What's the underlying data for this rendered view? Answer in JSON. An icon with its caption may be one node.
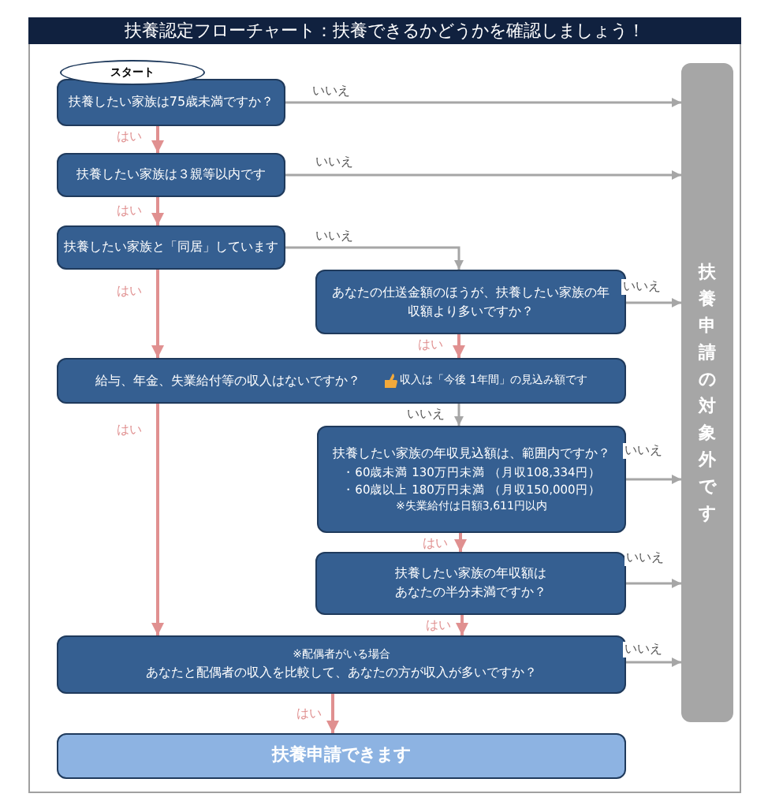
{
  "diagram": {
    "title": "扶養認定フローチャート：扶養できるかどうかを確認しましょう！",
    "nodes": [
      {
        "text": [
          "スタート"
        ]
      },
      {
        "text": [
          "扶養したい家族は75歳未満ですか？"
        ]
      },
      {
        "text": [
          "扶養したい家族は３親等以内です"
        ]
      },
      {
        "text": [
          "扶養したい家族と「同居」しています"
        ]
      },
      {
        "text": [
          "あなたの仕送金額のほうが、扶養したい家族の年収額より多いですか？"
        ]
      },
      {
        "text": [
          "給与、年金、失業給付等の収入はないですか？",
          "収入は「今後 1年間」の見込み額です"
        ]
      },
      {
        "text": [
          "扶養したい家族の年収見込額は、範囲内ですか？",
          "・60歳未満 130万円未満 （月収108,334円）",
          "・60歳以上 180万円未満 （月収150,000円）",
          "※失業給付は日額3,611円以内"
        ]
      },
      {
        "text": [
          "扶養したい家族の年収額はあなたの半分未満ですか？"
        ]
      },
      {
        "text": [
          "※配偶者がいる場合",
          "あなたと配偶者の収入を比較して、あなたの方が収入が多いですか？"
        ]
      },
      {
        "text": [
          "扶養申請できます"
        ]
      },
      {
        "text": [
          "扶養申請の対象外です"
        ]
      }
    ],
    "edges": [
      {
        "from": 1,
        "to": 10,
        "arrow": "to",
        "label": "いいえ"
      },
      {
        "from": 1,
        "to": 2,
        "arrow": "to",
        "label": "はい",
        "color": "#e09090"
      },
      {
        "from": 2,
        "to": 10,
        "arrow": "to",
        "label": "いいえ"
      },
      {
        "from": 2,
        "to": 3,
        "arrow": "to",
        "label": "はい",
        "color": "#e09090"
      },
      {
        "from": 3,
        "to": 4,
        "arrow": "to",
        "label": "いいえ"
      },
      {
        "from": 3,
        "to": 5,
        "arrow": "to",
        "label": "はい",
        "color": "#e09090"
      },
      {
        "from": 4,
        "to": 10,
        "arrow": "to",
        "label": "いいえ"
      },
      {
        "from": 4,
        "to": 5,
        "arrow": "to",
        "label": "はい",
        "color": "#e09090"
      },
      {
        "from": 5,
        "to": 6,
        "arrow": "to",
        "label": "いいえ"
      },
      {
        "from": 5,
        "to": 8,
        "arrow": "to",
        "label": "はい",
        "color": "#e09090"
      },
      {
        "from": 6,
        "to": 10,
        "arrow": "to",
        "label": "いいえ"
      },
      {
        "from": 6,
        "to": 7,
        "arrow": "to",
        "label": "はい",
        "color": "#e09090"
      },
      {
        "from": 7,
        "to": 10,
        "arrow": "to",
        "label": "いいえ"
      },
      {
        "from": 7,
        "to": 8,
        "arrow": "to",
        "label": "はい",
        "color": "#e09090"
      },
      {
        "from": 8,
        "to": 10,
        "arrow": "to",
        "label": "いいえ"
      },
      {
        "from": 8,
        "to": 9,
        "arrow": "to",
        "label": "はい",
        "color": "#e09090"
      }
    ]
  }
}
